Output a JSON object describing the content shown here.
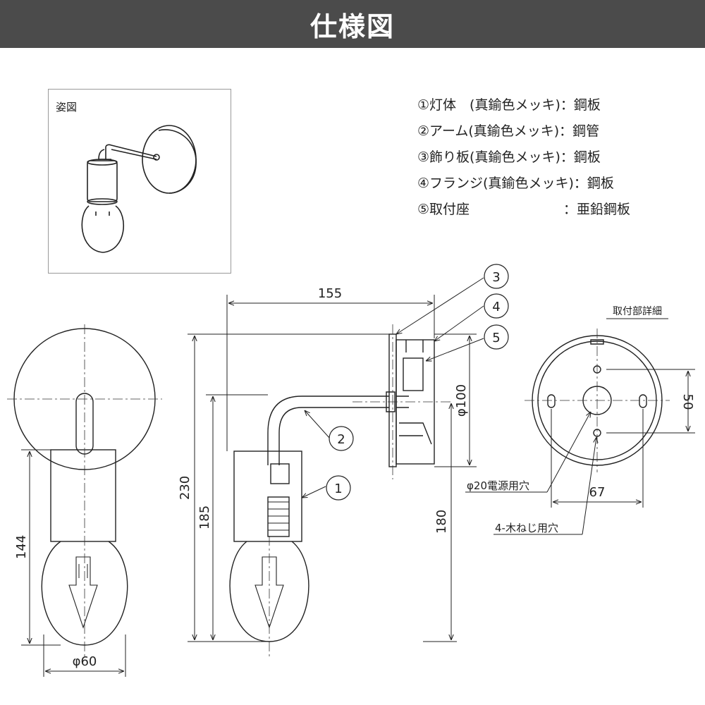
{
  "header": {
    "title": "仕様図"
  },
  "perspective": {
    "label": "姿図"
  },
  "specs": [
    {
      "text": "①灯体　(真鍮色メッキ)：鋼板"
    },
    {
      "text": "②アーム(真鍮色メッキ)：鋼管"
    },
    {
      "text": "③飾り板(真鍮色メッキ)：鋼板"
    },
    {
      "text": "④フランジ(真鍮色メッキ)：鋼板"
    },
    {
      "text": "⑤取付座　　　　　　　：亜鉛鋼板"
    }
  ],
  "dims": {
    "d155": "155",
    "d230": "230",
    "d185": "185",
    "d180": "180",
    "d144": "144",
    "phi60": "φ60",
    "phi100": "φ100",
    "d50": "50",
    "d67": "67"
  },
  "callouts": {
    "c1": "1",
    "c2": "2",
    "c3": "3",
    "c4": "4",
    "c5": "5"
  },
  "mount_detail": {
    "title": "取付部詳細",
    "hole_power": "φ20電源用穴",
    "hole_screw": "4-木ねじ用穴"
  }
}
